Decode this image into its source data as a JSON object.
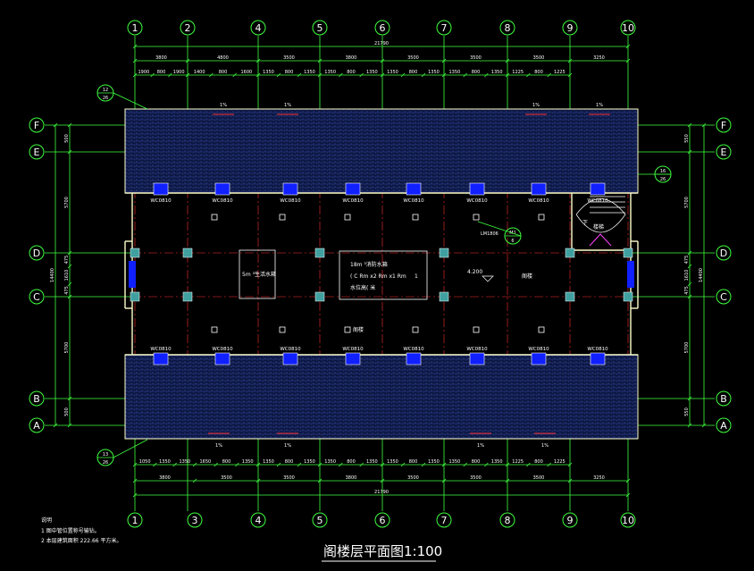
{
  "axes": {
    "columns": [
      "1",
      "2",
      "4",
      "5",
      "6",
      "7",
      "8",
      "9",
      "10"
    ],
    "columns_bottom": [
      "1",
      "3",
      "4",
      "5",
      "6",
      "7",
      "8",
      "9",
      "10"
    ],
    "rows": [
      "F",
      "E",
      "D",
      "C",
      "B",
      "A"
    ]
  },
  "dimensions": {
    "overall_top": "21790",
    "overall_bottom": "21790",
    "top_row1": [
      "3800",
      "4800",
      "3500",
      "3800",
      "3500",
      "3500",
      "3500",
      "3250"
    ],
    "top_row2": [
      "1900",
      "800",
      "1900",
      "1400",
      "800",
      "1600",
      "1350",
      "800",
      "1350",
      "1350",
      "800",
      "1350",
      "1350",
      "800",
      "1350",
      "1350",
      "800",
      "1350",
      "1225",
      "800",
      "1225"
    ],
    "bottom_row1": [
      "3800",
      "3500",
      "3500",
      "3800",
      "3500",
      "3500",
      "3500",
      "3250"
    ],
    "bottom_row2": [
      "1050",
      "1350",
      "1350",
      "1650",
      "800",
      "1350",
      "1350",
      "800",
      "1350",
      "1350",
      "800",
      "1350",
      "1350",
      "800",
      "1350",
      "1350",
      "800",
      "1350",
      "1225",
      "800",
      "1225"
    ],
    "left_vertical": [
      "500",
      "5700",
      "475",
      "1610",
      "475",
      "5700",
      "500"
    ],
    "left_total": "14400",
    "right_vertical": [
      "550",
      "5700",
      "475",
      "1610",
      "475",
      "5700",
      "550"
    ],
    "right_total": "14400"
  },
  "windows_top": [
    "WC0810",
    "WC0810",
    "WC0810",
    "WC0810",
    "WC0810",
    "WC0810",
    "WC0810",
    "WC0810"
  ],
  "windows_bottom": [
    "WC0810",
    "WC0810",
    "WC0810",
    "WC0810",
    "WC0810",
    "WC0810",
    "WC0810",
    "WC0810"
  ],
  "rooms": {
    "tank1_text": "5m ³生活水箱",
    "tank2_line1": "18m ³消防水箱",
    "tank2_line2": "( C Rm x2 Rm x1 Rm",
    "tank2_line3": "水位高( 米",
    "tank2_num": "1",
    "attic_label": "阁楼",
    "attic_label2": "阁楼",
    "stair_down": "下",
    "stair_label": "楼梯",
    "level": "4.200"
  },
  "callouts": {
    "detail_tl": [
      "12",
      "26"
    ],
    "detail_bl": [
      "13",
      "26"
    ],
    "detail_right": [
      "16",
      "26"
    ],
    "detail_mid": [
      "M1",
      "6"
    ],
    "mid_label": "LM1806"
  },
  "slopes": [
    "1%",
    "1%",
    "1%",
    "1%",
    "1%",
    "1%",
    "1%",
    "1%"
  ],
  "notes": {
    "heading": "说明",
    "line1": "1 图中管位置称号输钻。",
    "line2": "2 本层建筑面积 222.66 平方米。"
  },
  "title": "阁楼层平面图1:100",
  "colors": {
    "axis": "#3fff3f",
    "grid": "#ff3030",
    "roof": "#1a2a6a",
    "window": "#1020ff",
    "column": "#40a0a0",
    "wall": "#ffffcc"
  }
}
